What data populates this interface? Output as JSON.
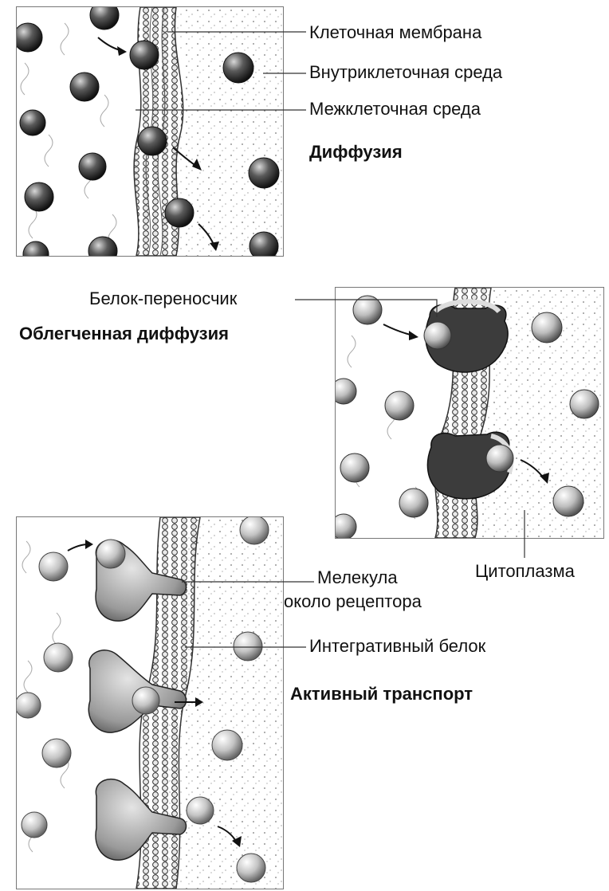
{
  "labels": {
    "cell_membrane": "Клеточная мембрана",
    "intracellular": "Внутриклеточная среда",
    "intercellular": "Межклеточная среда",
    "carrier_protein": "Белок-переносчик",
    "cytoplasm": "Цитоплазма",
    "molecule_line1": "Мелекула",
    "molecule_line2": "около рецептора",
    "integral_protein": "Интегративный белок"
  },
  "titles": {
    "diffusion": "Диффузия",
    "facilitated": "Облегченная диффузия",
    "active": "Активный транспорт"
  }
}
